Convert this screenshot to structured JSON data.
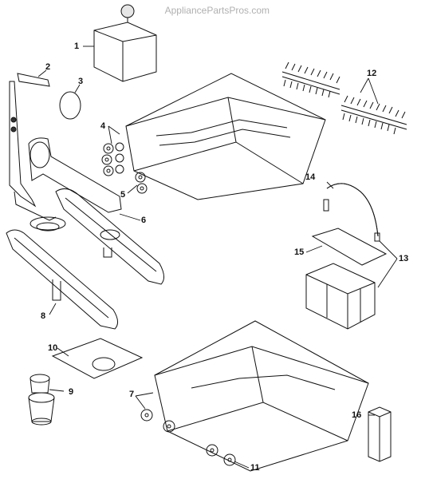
{
  "watermark": "AppliancePartsPros.com",
  "callouts": [
    "1",
    "2",
    "3",
    "4",
    "5",
    "6",
    "7",
    "8",
    "9",
    "10",
    "11",
    "12",
    "13",
    "14",
    "15",
    "16"
  ]
}
